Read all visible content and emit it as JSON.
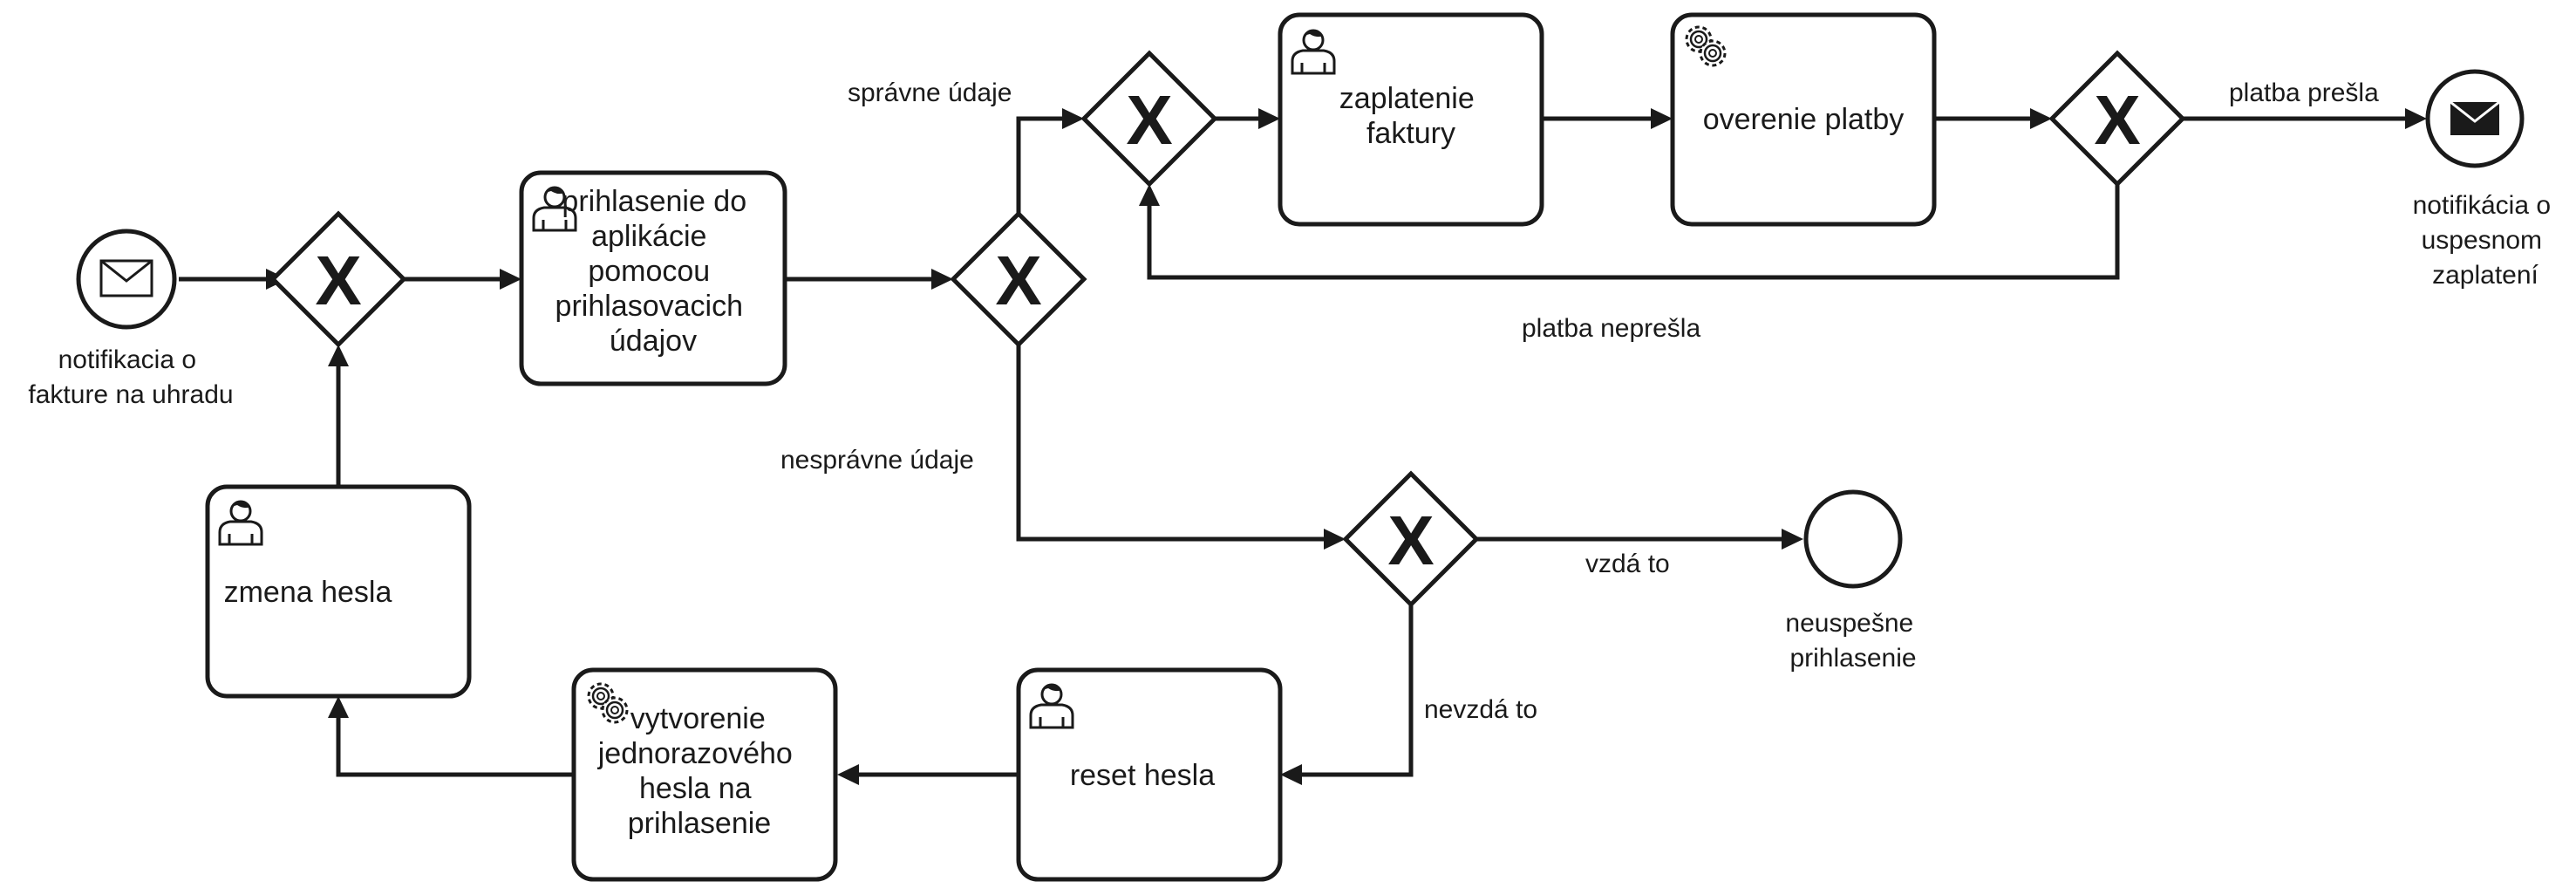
{
  "events": {
    "start": {
      "label": [
        "notifikacia o",
        "fakture na uhradu"
      ],
      "icon": "envelope-icon"
    },
    "end_success": {
      "label": [
        "notifikácia o",
        "uspesnom",
        "zaplatení"
      ],
      "icon": "envelope-filled-icon"
    },
    "end_fail": {
      "label": [
        "neuspešne",
        "prihlasenie"
      ]
    }
  },
  "tasks": {
    "login": {
      "type": "user",
      "icon": "user-icon",
      "text": [
        "prihlasenie do",
        "aplikácie",
        "pomocou",
        "prihlasovacich",
        "údajov"
      ]
    },
    "pay": {
      "type": "user",
      "icon": "user-icon",
      "text": [
        "zaplatenie",
        "faktury"
      ]
    },
    "verify": {
      "type": "service",
      "icon": "gear-icon",
      "text": [
        "overenie platby"
      ]
    },
    "change_password": {
      "type": "user",
      "icon": "user-icon",
      "text": [
        "zmena hesla"
      ]
    },
    "reset_password": {
      "type": "user",
      "icon": "user-icon",
      "text": [
        "reset hesla"
      ]
    },
    "otp": {
      "type": "service",
      "icon": "gear-icon",
      "text": [
        "vytvorenie",
        "jednorazového",
        "hesla na",
        "prihlasenie"
      ]
    }
  },
  "gateways": {
    "symbol": "X"
  },
  "flow_labels": {
    "correct": "správne údaje",
    "incorrect": "nesprávne údaje",
    "paid": "platba prešla",
    "not_paid": "platba neprešla",
    "give_up": "vzdá to",
    "not_give_up": "nevzdá to"
  },
  "colors": {
    "stroke": "#1a1a1a",
    "fill": "#ffffff"
  }
}
